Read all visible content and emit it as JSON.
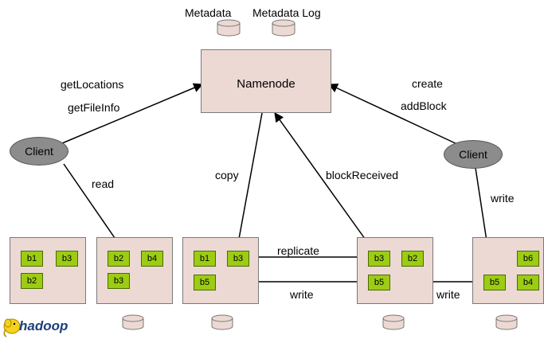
{
  "storage_labels": {
    "metadata": "Metadata",
    "metadata_log": "Metadata Log"
  },
  "namenode": {
    "label": "Namenode"
  },
  "clients": {
    "left": {
      "label": "Client"
    },
    "right": {
      "label": "Client"
    }
  },
  "edge_labels": {
    "get_locations": "getLocations",
    "get_file_info": "getFileInfo",
    "create": "create",
    "add_block": "addBlock",
    "read": "read",
    "copy": "copy",
    "block_received": "blockReceived",
    "write_client": "write",
    "replicate": "replicate",
    "write_mid": "write",
    "write_right": "write"
  },
  "datanodes": [
    {
      "blocks": [
        "b1",
        "b3",
        "b2"
      ]
    },
    {
      "blocks": [
        "b2",
        "b4",
        "b3"
      ]
    },
    {
      "blocks": [
        "b1",
        "b3",
        "b5"
      ]
    },
    {
      "blocks": [
        "b3",
        "b2",
        "b5"
      ]
    },
    {
      "blocks": [
        "b5",
        "b6",
        "b4"
      ]
    }
  ],
  "logo": {
    "text": "hadoop"
  },
  "colors": {
    "node_fill": "#ecd9d3",
    "block_fill": "#9ccc13",
    "client_fill": "#8c8c8c",
    "cylinder_fill": "#ecd9d3"
  }
}
